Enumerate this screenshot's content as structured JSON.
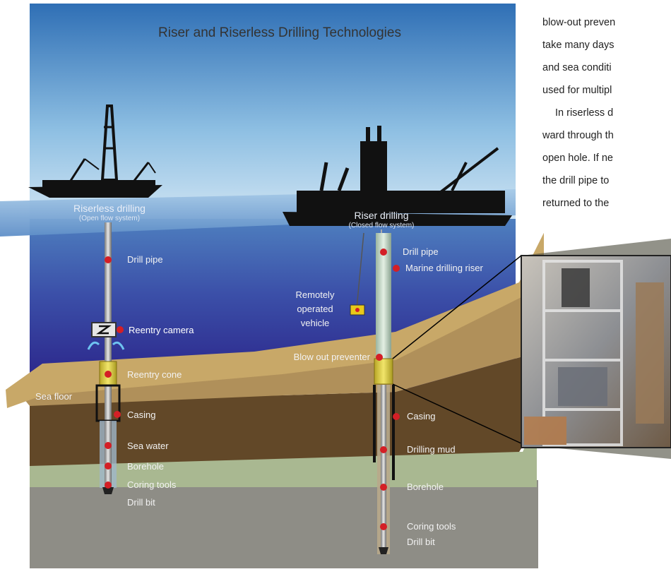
{
  "title": "Riser and Riserless Drilling Technologies",
  "riserless": {
    "mode": "Riserless drilling",
    "sub": "(Open flow system)",
    "labels": {
      "drill_pipe": "Drill pipe",
      "reentry_camera": "Reentry camera",
      "reentry_cone": "Reentry cone",
      "casing": "Casing",
      "sea_water": "Sea water",
      "borehole": "Borehole",
      "coring_tools": "Coring tools",
      "drill_bit": "Drill bit"
    }
  },
  "riser": {
    "mode": "Riser drilling",
    "sub": "(Closed flow system)",
    "labels": {
      "drill_pipe": "Drill pipe",
      "marine_riser": "Marine drilling riser",
      "rov_1": "Remotely",
      "rov_2": "operated",
      "rov_3": "vehicle",
      "bop": "Blow out preventer",
      "casing": "Casing",
      "drilling_mud": "Drilling mud",
      "borehole": "Borehole",
      "coring_tools": "Coring tools",
      "drill_bit": "Drill bit"
    }
  },
  "sea_floor": "Sea floor",
  "body_text": [
    "blow-out preven",
    "take many days",
    "and sea conditi",
    "used for multipl",
    "In riserless d",
    "ward through th",
    "open hole. If ne",
    "the drill pipe to",
    "returned to the"
  ],
  "colors": {
    "sky_top": "#2f6fb5",
    "sky_bottom": "#d7e8f4",
    "deep_water": "#2a2a8a",
    "sediment": "#b8965a",
    "marker": "#d41f26",
    "bop": "#e2d44a"
  }
}
